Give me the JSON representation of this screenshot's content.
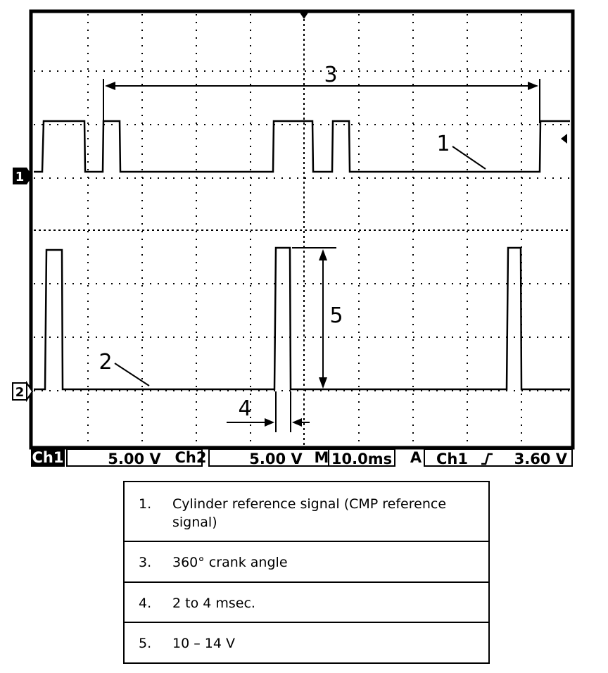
{
  "scope": {
    "markers": {
      "ch1": "1",
      "ch2": "2"
    },
    "annotations": {
      "a1": "1",
      "a2": "2",
      "a3": "3",
      "a4": "4",
      "a5": "5"
    }
  },
  "status_bar": {
    "ch1_label": "Ch1",
    "ch1_value": "5.00 V",
    "ch2_label": "Ch2",
    "ch2_value": "5.00 V",
    "m_label": "M",
    "m_value": "10.0ms",
    "a_label": "A",
    "trigger_source": "Ch1",
    "trigger_level": "3.60 V"
  },
  "legend": [
    {
      "num": "1.",
      "text": "Cylinder reference signal (CMP reference signal)"
    },
    {
      "num": "3.",
      "text": "360° crank angle"
    },
    {
      "num": "4.",
      "text": "2 to 4 msec."
    },
    {
      "num": "5.",
      "text": "10 – 14 V"
    }
  ]
}
